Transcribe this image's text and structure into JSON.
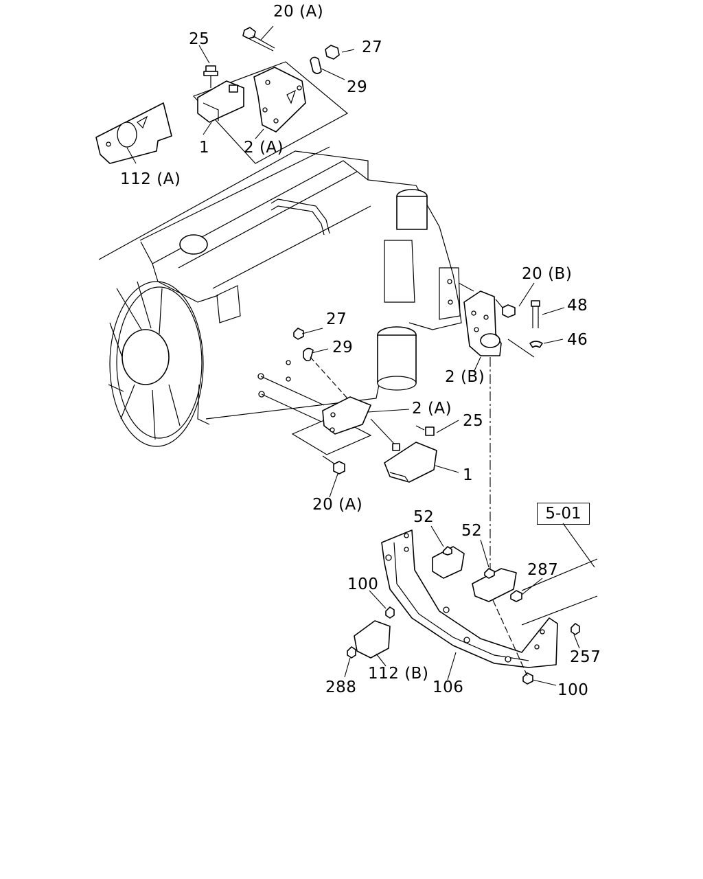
{
  "callouts": [
    {
      "id": "c20a_top",
      "text": "20 (A)"
    },
    {
      "id": "c25_top",
      "text": "25"
    },
    {
      "id": "c27_top",
      "text": "27"
    },
    {
      "id": "c29_top",
      "text": "29"
    },
    {
      "id": "c1_top",
      "text": "1"
    },
    {
      "id": "c2a_top",
      "text": "2 (A)"
    },
    {
      "id": "c112a",
      "text": "112 (A)"
    },
    {
      "id": "c20b",
      "text": "20 (B)"
    },
    {
      "id": "c48",
      "text": "48"
    },
    {
      "id": "c46",
      "text": "46"
    },
    {
      "id": "c2b",
      "text": "2 (B)"
    },
    {
      "id": "c27_mid",
      "text": "27"
    },
    {
      "id": "c29_mid",
      "text": "29"
    },
    {
      "id": "c2a_mid",
      "text": "2 (A)"
    },
    {
      "id": "c25_mid",
      "text": "25"
    },
    {
      "id": "c1_mid",
      "text": "1"
    },
    {
      "id": "c20a_bot",
      "text": "20 (A)"
    },
    {
      "id": "c52_left",
      "text": "52"
    },
    {
      "id": "c52_right",
      "text": "52"
    },
    {
      "id": "c287",
      "text": "287"
    },
    {
      "id": "c100_left",
      "text": "100"
    },
    {
      "id": "c257",
      "text": "257"
    },
    {
      "id": "c112b",
      "text": "112 (B)"
    },
    {
      "id": "c288",
      "text": "288"
    },
    {
      "id": "c106",
      "text": "106"
    },
    {
      "id": "c100_right",
      "text": "100"
    }
  ],
  "reference_box": "5-01"
}
